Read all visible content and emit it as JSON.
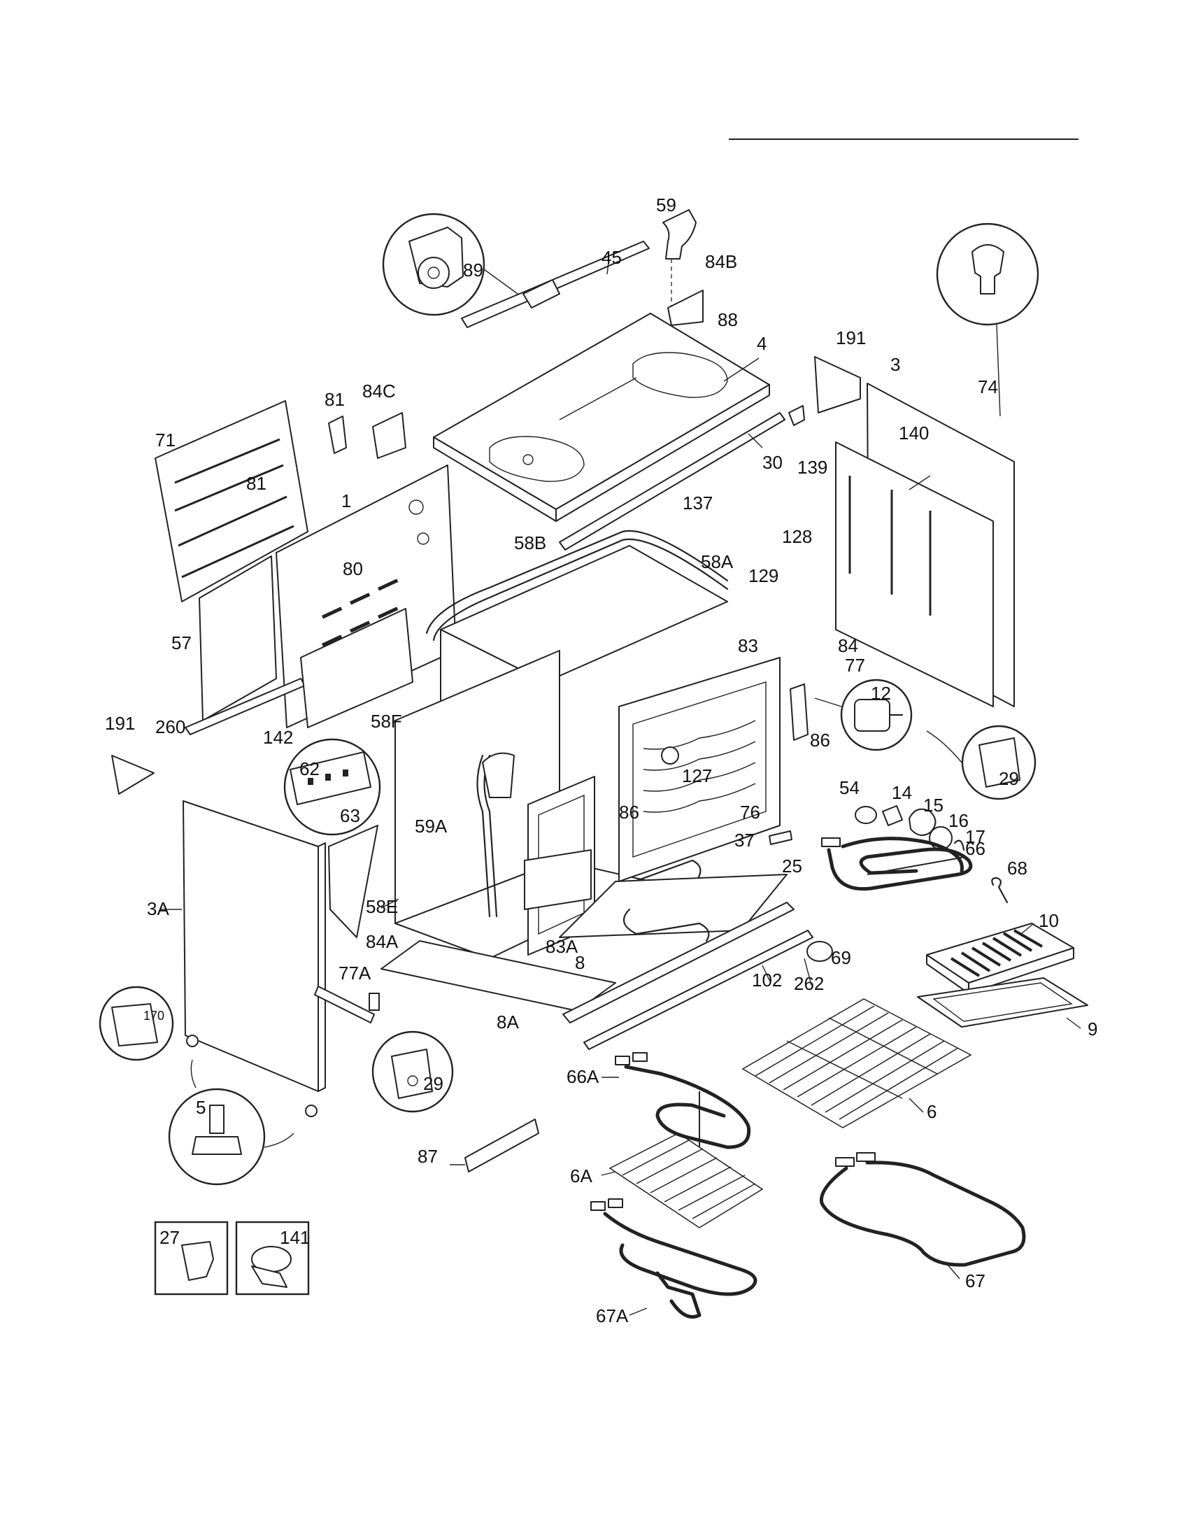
{
  "callouts": {
    "c59": "59",
    "c45": "45",
    "c84B": "84B",
    "c89": "89",
    "c88": "88",
    "c4": "4",
    "c191a": "191",
    "c3": "3",
    "c74": "74",
    "c81a": "81",
    "c84C": "84C",
    "c71": "71",
    "c81b": "81",
    "c1": "1",
    "c30": "30",
    "c139": "139",
    "c140": "140",
    "c137": "137",
    "c128": "128",
    "c129": "129",
    "c58B": "58B",
    "c58A": "58A",
    "c80": "80",
    "c57": "57",
    "c83": "83",
    "c84": "84",
    "c77": "77",
    "c12": "12",
    "c29a": "29",
    "c191b": "191",
    "c260": "260",
    "c142": "142",
    "c58F": "58F",
    "c62": "62",
    "c63": "63",
    "c86a": "86",
    "c54": "54",
    "c14": "14",
    "c15": "15",
    "c16": "16",
    "c17": "17",
    "c127": "127",
    "c59A": "59A",
    "c86b": "86",
    "c76": "76",
    "c37": "37",
    "c66": "66",
    "c68": "68",
    "c3A": "3A",
    "c25": "25",
    "c58E": "58E",
    "c84A": "84A",
    "c83A": "83A",
    "c8": "8",
    "c10": "10",
    "c69": "69",
    "c102": "102",
    "c262": "262",
    "c9": "9",
    "c77A": "77A",
    "c170": "170",
    "c8A": "8A",
    "c29b": "29",
    "c5": "5",
    "c66A": "66A",
    "c6": "6",
    "c87": "87",
    "c6A": "6A",
    "c27": "27",
    "c141": "141",
    "c67A": "67A",
    "c67": "67"
  }
}
